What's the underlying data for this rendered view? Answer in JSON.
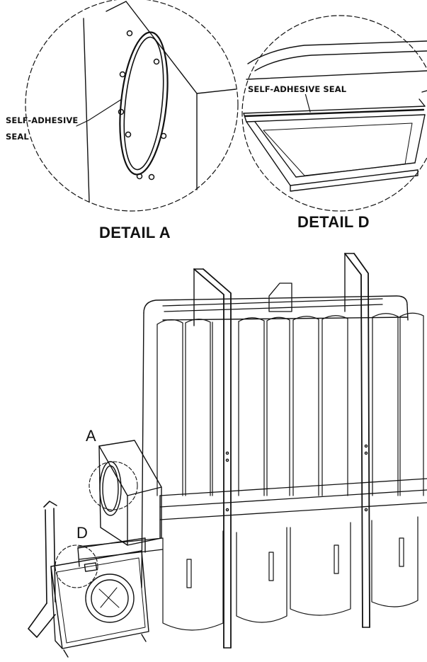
{
  "labels": {
    "seal_a_line1": "SELF-ADHESIVE",
    "seal_a_line2": "SEAL",
    "seal_d": "SELF-ADHESIVE SEAL",
    "detail_a": "DETAIL A",
    "detail_d": "DETAIL D",
    "callout_a": "A",
    "callout_d": "D"
  }
}
